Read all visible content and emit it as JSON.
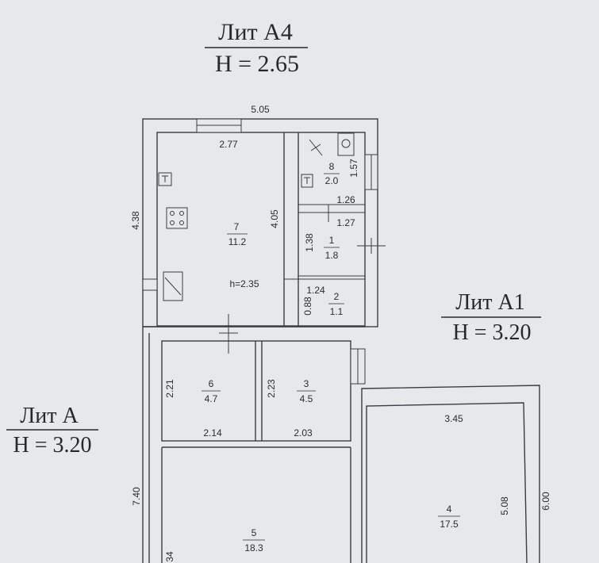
{
  "labels": {
    "lit_a4": {
      "name": "Лит А4",
      "height": "H = 2.65"
    },
    "lit_a1": {
      "name": "Лит А1",
      "height": "H = 3.20"
    },
    "lit_a": {
      "name": "Лит А",
      "height": "H = 3.20"
    }
  },
  "rooms": [
    {
      "id": "7",
      "num": "7",
      "area": "11.2"
    },
    {
      "id": "8",
      "num": "8",
      "area": "2.0"
    },
    {
      "id": "1",
      "num": "1",
      "area": "1.8"
    },
    {
      "id": "2",
      "num": "2",
      "area": "1.1"
    },
    {
      "id": "6",
      "num": "6",
      "area": "4.7"
    },
    {
      "id": "3",
      "num": "3",
      "area": "4.5"
    },
    {
      "id": "5",
      "num": "5",
      "area": "18.3"
    },
    {
      "id": "4",
      "num": "4",
      "area": "17.5"
    }
  ],
  "dimensions": {
    "top_width": "5.05",
    "room7_width": "2.77",
    "room7_height": "4.05",
    "left_a4": "4.38",
    "room8_height": "1.57",
    "room1_width_top": "1.26",
    "room1_width": "1.27",
    "room1_height": "1.38",
    "room2_width": "1.24",
    "room2_height": "0.88",
    "room7_h": "h=2.35",
    "room6_height": "2.21",
    "room3_height": "2.23",
    "room6_width": "2.14",
    "room3_width": "2.03",
    "room4_width": "3.45",
    "room4_height": "5.08",
    "lit_a1_height": "6.00",
    "lit_a_height": "7.40",
    "room5_partial": "34"
  }
}
